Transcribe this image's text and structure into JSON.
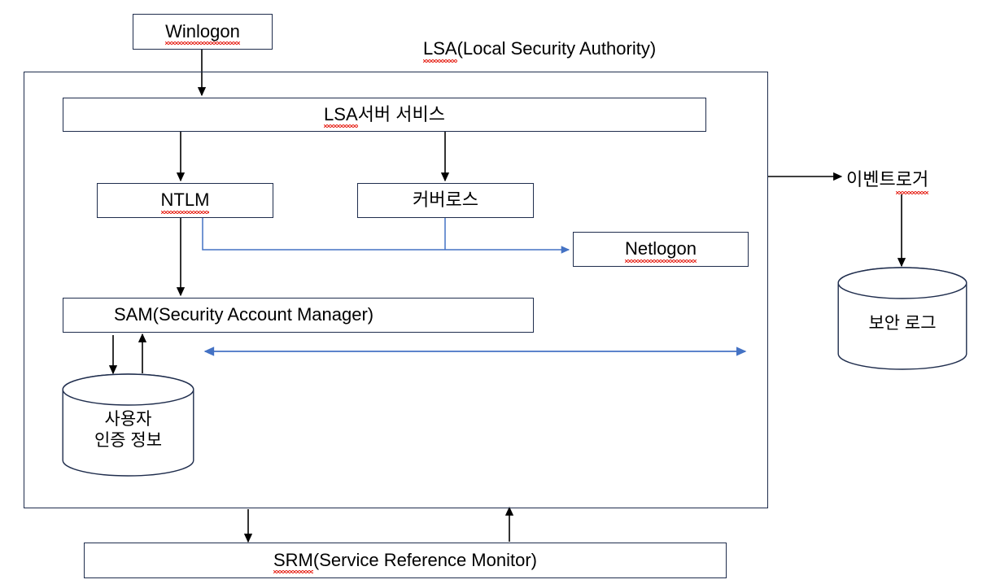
{
  "diagram": {
    "title_label": "LSA(Local Security Authority)",
    "title_misspelled_prefix": "LSA",
    "title_rest": "(Local Security Authority)",
    "nodes": {
      "winlogon": {
        "label": "Winlogon",
        "misspelled": "Winlogon",
        "rest": ""
      },
      "lsa_server_service": {
        "label": "LSA 서버 서비스",
        "misspelled": "LSA",
        "rest": " 서버 서비스"
      },
      "ntlm": {
        "label": "NTLM",
        "misspelled": "NTLM",
        "rest": ""
      },
      "kerberos": {
        "label": "커버로스",
        "misspelled": "",
        "rest": "커버로스"
      },
      "netlogon": {
        "label": "Netlogon",
        "misspelled": "Netlogon",
        "rest": ""
      },
      "sam": {
        "label": "SAM(Security Account Manager)",
        "misspelled": "",
        "rest": "SAM(Security Account Manager)"
      },
      "srm": {
        "label": "SRM(Service Reference Monitor)",
        "misspelled": "SRM",
        "rest": "(Service Reference Monitor)"
      },
      "event_logger": {
        "label": "이벤트 로거",
        "prefix": "이벤트 ",
        "misspelled": "로거"
      },
      "user_credential_store": {
        "label": "사용자 인증 정보",
        "line1": "사용자",
        "line2": "인증 정보"
      },
      "security_log_store": {
        "label": "보안 로그",
        "line1": "보안 로그",
        "line2": ""
      }
    },
    "colors": {
      "stroke_dark": "#1f2d4d",
      "arrow_black": "#000000",
      "arrow_blue": "#4472c4",
      "spellcheck_red": "#e8342a",
      "background": "#ffffff"
    }
  }
}
